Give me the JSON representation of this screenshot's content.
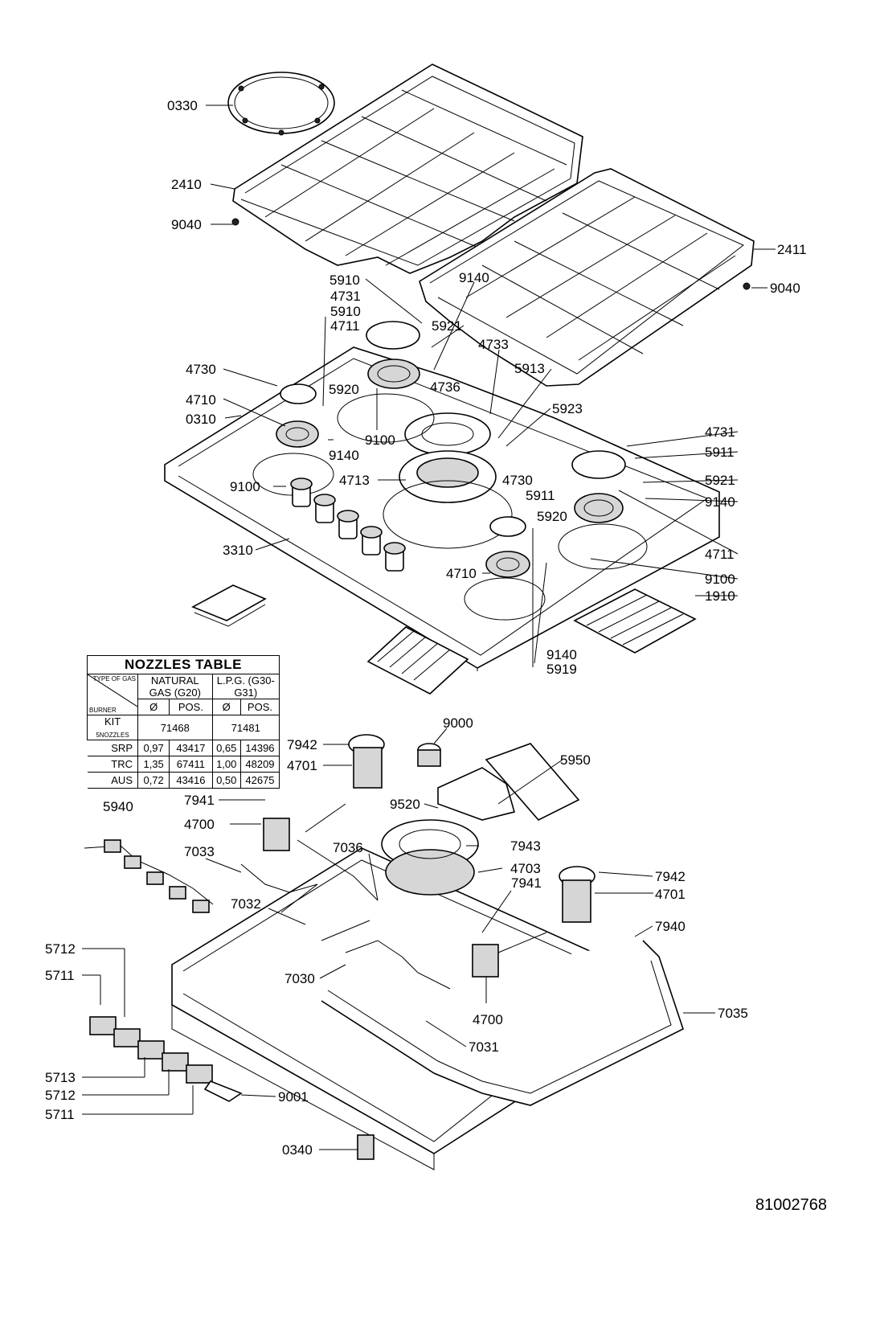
{
  "labels": {
    "l0330": "0330",
    "l2410": "2410",
    "l9040a": "9040",
    "l2411": "2411",
    "l9040b": "9040",
    "l5910a": "5910",
    "l9140a": "9140",
    "l4731a": "4731",
    "l5910b": "5910",
    "l4711a": "4711",
    "l5921a": "5921",
    "l4733": "4733",
    "l5913": "5913",
    "l4730a": "4730",
    "l4736": "4736",
    "l5920a": "5920",
    "l4710a": "4710",
    "l0310": "0310",
    "l5923": "5923",
    "l9100a": "9100",
    "l9140b": "9140",
    "l4731b": "4731",
    "l5911a": "5911",
    "l5921b": "5921",
    "l9100b": "9100",
    "l4713": "4713",
    "l4730b": "4730",
    "l9140c": "9140",
    "l5911b": "5911",
    "l5920b": "5920",
    "l4711b": "4711",
    "l3310": "3310",
    "l4710b": "4710",
    "l9100c": "9100",
    "l1910": "1910",
    "l9140d": "9140",
    "l5919": "5919",
    "l9000": "9000",
    "l7942a": "7942",
    "l4701a": "4701",
    "l5950": "5950",
    "l5940": "5940",
    "l7941a": "7941",
    "l9520": "9520",
    "l4700a": "4700",
    "l7943": "7943",
    "l7033": "7033",
    "l7036": "7036",
    "l4703": "4703",
    "l7942b": "7942",
    "l7941b": "7941",
    "l4701b": "4701",
    "l7032": "7032",
    "l7940": "7940",
    "l5712a": "5712",
    "l5711a": "5711",
    "l7030": "7030",
    "l4700b": "4700",
    "l7035": "7035",
    "l7031": "7031",
    "l5713": "5713",
    "l5712b": "5712",
    "l5711b": "5711",
    "l9001": "9001",
    "l0340": "0340"
  },
  "doc_number": "81002768",
  "nozzle_table": {
    "title": "NOZZLES TABLE",
    "corner_top": "TYPE OF GAS",
    "corner_bottom": "BURNER",
    "col_natural": "NATURAL GAS (G20)",
    "col_lpg": "L.P.G. (G30-G31)",
    "sub_dia": "Ø",
    "sub_pos": "POS.",
    "kit_label": "KIT",
    "kit_small": "5NOZZLES",
    "kit_natural": "71468",
    "kit_lpg": "71481",
    "rows": [
      {
        "burner": "SRP",
        "ng_d": "0,97",
        "ng_p": "43417",
        "lpg_d": "0,65",
        "lpg_p": "14396"
      },
      {
        "burner": "TRC",
        "ng_d": "1,35",
        "ng_p": "67411",
        "lpg_d": "1,00",
        "lpg_p": "48209"
      },
      {
        "burner": "AUS",
        "ng_d": "0,72",
        "ng_p": "43416",
        "lpg_d": "0,50",
        "lpg_p": "42675"
      }
    ]
  }
}
